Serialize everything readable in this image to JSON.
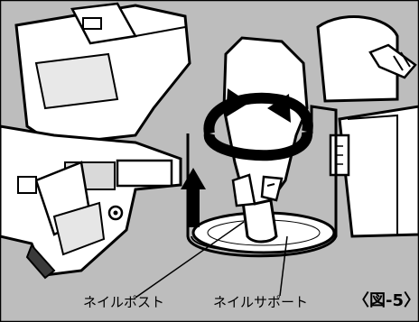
{
  "figure": {
    "label_nail_post": "ネイルポスト",
    "label_nail_support": "ネイルサポート",
    "figure_number": "〈図-5〉"
  },
  "colors": {
    "background_gray": "#bdbdbd",
    "tool_white": "#ffffff",
    "outline_black": "#000000",
    "shadow_dark": "#3a3a3a"
  },
  "icons": [
    "rotate-arrow-icon",
    "up-arrow-icon"
  ]
}
